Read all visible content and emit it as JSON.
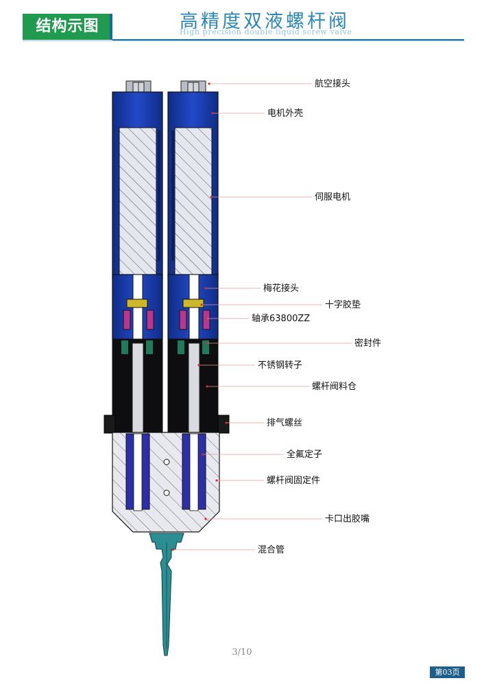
{
  "header": {
    "section_label": "结构示图",
    "title": "高精度双液螺杆阀",
    "subtitle": "High precision double liquid screw valve"
  },
  "labels": [
    {
      "id": "aviation-connector",
      "text": "航空接头"
    },
    {
      "id": "motor-housing",
      "text": "电机外壳"
    },
    {
      "id": "servo-motor",
      "text": "伺服电机"
    },
    {
      "id": "plum-coupling",
      "text": "梅花接头"
    },
    {
      "id": "cross-gasket",
      "text": "十字胶垫"
    },
    {
      "id": "bearing",
      "text": "轴承63800ZZ"
    },
    {
      "id": "seal",
      "text": "密封件"
    },
    {
      "id": "stainless-rotor",
      "text": "不锈钢转子"
    },
    {
      "id": "material-chamber",
      "text": "螺杆阀料仓"
    },
    {
      "id": "vent-screw",
      "text": "排气螺丝"
    },
    {
      "id": "fluoro-stator",
      "text": "全氟定子"
    },
    {
      "id": "valve-fixture",
      "text": "螺杆阀固定件"
    },
    {
      "id": "bayonet-nozzle",
      "text": "卡口出胶嘴"
    },
    {
      "id": "mixing-tube",
      "text": "混合管"
    }
  ],
  "footer": {
    "page_number": "3/10",
    "page_tag": "第03页"
  },
  "colors": {
    "badge_green": "#1f9a4e",
    "title_blue": "#2b87b8",
    "housing_blue": "#1c3fae",
    "stator_blue": "#2d2fa8",
    "bearing_magenta": "#b8368f",
    "gasket_yellow": "#cdb72a",
    "mixer_teal": "#2b8e93",
    "leader_red": "#e23b3b"
  }
}
